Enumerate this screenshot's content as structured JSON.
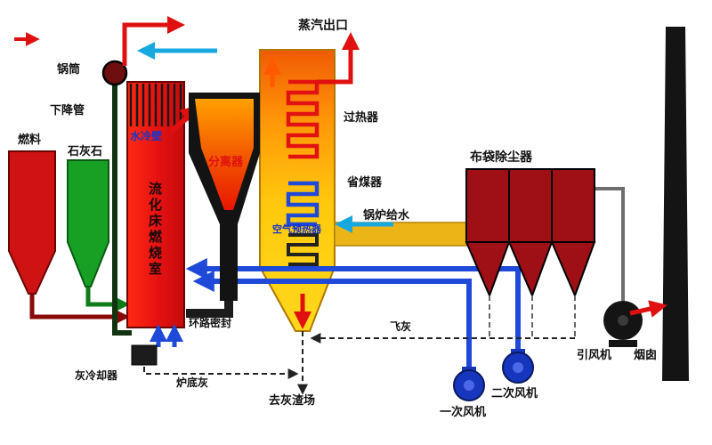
{
  "labels": {
    "steam_outlet": "蒸汽出口",
    "drum": "锅筒",
    "downcomer": "下降管",
    "fuel": "燃料",
    "limestone": "石灰石",
    "water_wall": "水冷壁",
    "separator": "分离器",
    "combustion_chamber": "流化床燃烧室",
    "superheater": "过热器",
    "economizer": "省煤器",
    "boiler_feedwater": "锅炉给水",
    "air_preheater": "空气预热器",
    "bag_filter": "布袋除尘器",
    "loop_seal": "环路密封",
    "ash_cooler": "灰冷却器",
    "bottom_ash": "炉底灰",
    "to_ash_yard": "去灰渣场",
    "fly_ash": "飞灰",
    "primary_fan": "一次风机",
    "secondary_fan": "二次风机",
    "induced_draft_fan": "引风机",
    "chimney": "烟囱"
  },
  "colors": {
    "chamber_red": "#e11414",
    "limestone_green": "#17a024",
    "fuel_red": "#cf1212",
    "flue_yellow": "#ecb517",
    "baghouse_maroon": "#9e1016",
    "steam_red": "#e01010",
    "water_blue": "#1f49d8",
    "air_cyan": "#18a8e0",
    "structure_black": "#141414"
  }
}
